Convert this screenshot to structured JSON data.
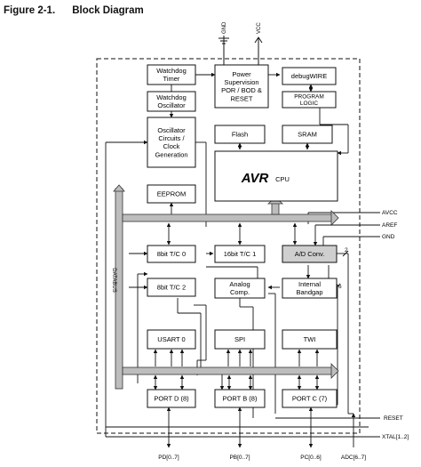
{
  "figure": {
    "number": "Figure 2-1.",
    "title": "Block Diagram"
  },
  "blocks": {
    "watchdog_timer": [
      "Watchdog",
      "Timer"
    ],
    "watchdog_osc": [
      "Watchdog",
      "Oscillator"
    ],
    "osc_circuits": [
      "Oscillator",
      "Circuits /",
      "Clock",
      "Generation"
    ],
    "power": [
      "Power",
      "Supervision",
      "POR / BOD &",
      "RESET"
    ],
    "debugwire": [
      "debugWIRE"
    ],
    "program_logic": [
      "PROGRAM",
      "LOGIC"
    ],
    "flash": [
      "Flash"
    ],
    "sram": [
      "SRAM"
    ],
    "cpu_logo": "AVR",
    "cpu_label": "CPU",
    "eeprom": [
      "EEPROM"
    ],
    "tc0": [
      "8bit T/C 0"
    ],
    "tc1": [
      "16bit T/C 1"
    ],
    "adc": [
      "A/D Conv."
    ],
    "tc2": [
      "8bit T/C 2"
    ],
    "analog_comp": [
      "Analog",
      "Comp."
    ],
    "bandgap": [
      "Internal",
      "Bandgap"
    ],
    "usart": [
      "USART 0"
    ],
    "spi": [
      "SPI"
    ],
    "twi": [
      "TWI"
    ],
    "portd": [
      "PORT D (8)"
    ],
    "portb": [
      "PORT B (8)"
    ],
    "portc": [
      "PORT C (7)"
    ]
  },
  "bus_label": "DATABUS",
  "supply_pins": {
    "gnd": "GND",
    "vcc": "VCC"
  },
  "right_pins": {
    "avcc": "AVCC",
    "aref": "AREF",
    "gnd": "GND",
    "reset": "RESET",
    "xtal": "XTAL[1..2]"
  },
  "bus_widths": {
    "adc_mux": "2",
    "adc_in": "6"
  },
  "port_pins": {
    "pd": "PD[0..7]",
    "pb": "PB[0..7]",
    "pc": "PC[0..6]",
    "adc": "ADC[6..7]"
  }
}
